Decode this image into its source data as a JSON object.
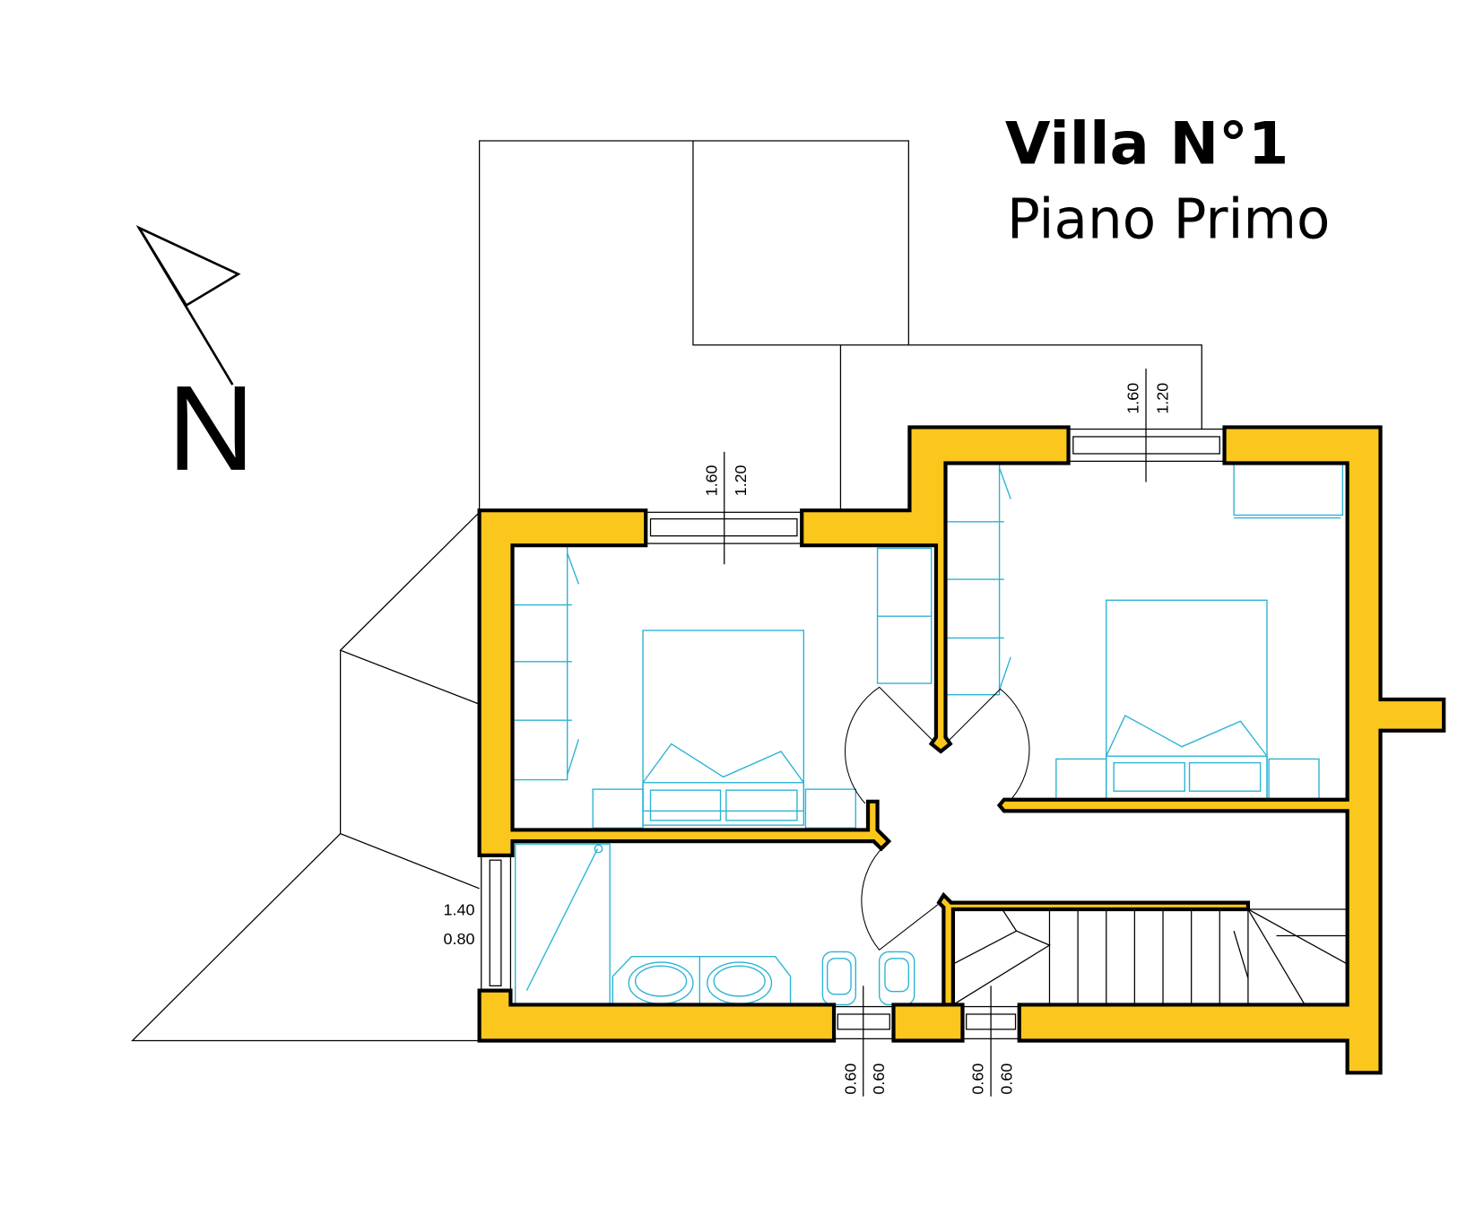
{
  "header": {
    "title": "Villa N°1",
    "subtitle": "Piano Primo"
  },
  "compass": {
    "north_label": "N"
  },
  "colors": {
    "wall": "#fcc71d",
    "furniture": "#2bb3d4",
    "line": "#000000"
  },
  "dimensions": {
    "window_bedroom_left": {
      "height": "1.60",
      "width": "1.20"
    },
    "window_bedroom_right": {
      "height": "1.60",
      "width": "1.20"
    },
    "window_bathroom_side": {
      "height": "1.40",
      "width": "0.80"
    },
    "window_bathroom_bottom": {
      "height": "0.60",
      "width": "0.60"
    },
    "window_stairs_bottom": {
      "height": "0.60",
      "width": "0.60"
    }
  }
}
